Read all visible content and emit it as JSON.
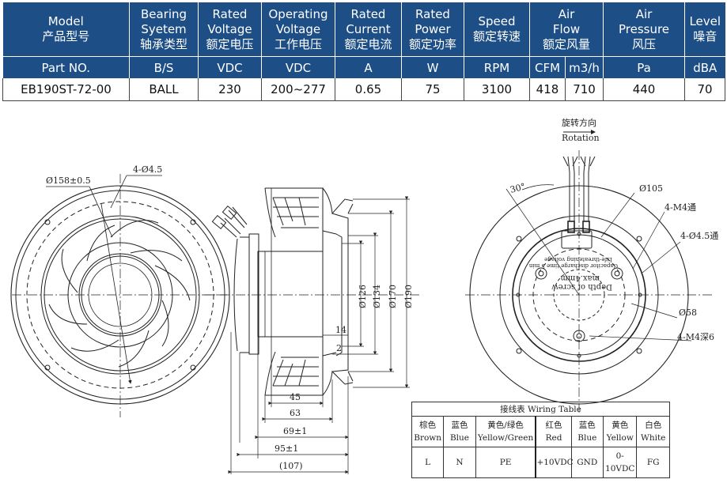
{
  "spec_table": {
    "headers": [
      {
        "en": "Model",
        "cn": "产品型号"
      },
      {
        "en": "Bearing Syetem",
        "cn": "轴承类型"
      },
      {
        "en": "Rated Voltage",
        "cn": "额定电压"
      },
      {
        "en": "Operating Voltage",
        "cn": "工作电压"
      },
      {
        "en": "Rated Current",
        "cn": "额定电流"
      },
      {
        "en": "Rated Power",
        "cn": "额定功率"
      },
      {
        "en": "Speed",
        "cn": "额定转速"
      },
      {
        "en": "Air Flow",
        "cn": "额定风量"
      },
      {
        "en": "Air Pressure",
        "cn": "风压"
      },
      {
        "en": "Level",
        "cn": "噪音"
      }
    ],
    "units": [
      "Part NO.",
      "B/S",
      "VDC",
      "VDC",
      "A",
      "W",
      "RPM",
      "CFM",
      "m3/h",
      "Pa",
      "dBA"
    ],
    "values": [
      "EB190ST-72-00",
      "BALL",
      "230",
      "200~277",
      "0.65",
      "75",
      "3100",
      "418",
      "710",
      "440",
      "70"
    ]
  },
  "front_view": {
    "dim_outer": "Ø158±0.5",
    "holes": "4-Ø4.5"
  },
  "side_view": {
    "dims_vertical": [
      "Ø126",
      "Ø134",
      "Ø170",
      "Ø190"
    ],
    "dim_14": "14",
    "dim_2": "2",
    "dims_horizontal": [
      "45",
      "63",
      "69±1",
      "95±1",
      "(107)"
    ]
  },
  "rear_view": {
    "rotation_cn": "旋转方向",
    "rotation_en": "Rotation",
    "angle": "30°",
    "dim_105": "Ø105",
    "m4_through": "4-M4通",
    "holes_45": "4-Ø4.5通",
    "dim_58": "Ø58",
    "m4_deep": "4-M4深6",
    "label_line1": "Depth of screw",
    "label_line2": "max.4mm",
    "label_line3": "Capacitor discharge time 5 min",
    "label_line4": "Life-threatening voltage"
  },
  "wiring_table": {
    "title": "接线表 Wiring Table",
    "columns": [
      {
        "cn": "棕色",
        "en": "Brown",
        "value": "L"
      },
      {
        "cn": "蓝色",
        "en": "Blue",
        "value": "N"
      },
      {
        "cn": "黄色/绿色",
        "en": "Yellow/Green",
        "value": "PE"
      },
      {
        "cn": "红色",
        "en": "Red",
        "value": "+10VDC"
      },
      {
        "cn": "蓝色",
        "en": "Blue",
        "value": "GND"
      },
      {
        "cn": "黄色",
        "en": "Yellow",
        "value": "0-10VDC"
      },
      {
        "cn": "白色",
        "en": "White",
        "value": "FG"
      }
    ]
  },
  "colors": {
    "header_bg": "#1d4e86",
    "line": "#222222"
  }
}
